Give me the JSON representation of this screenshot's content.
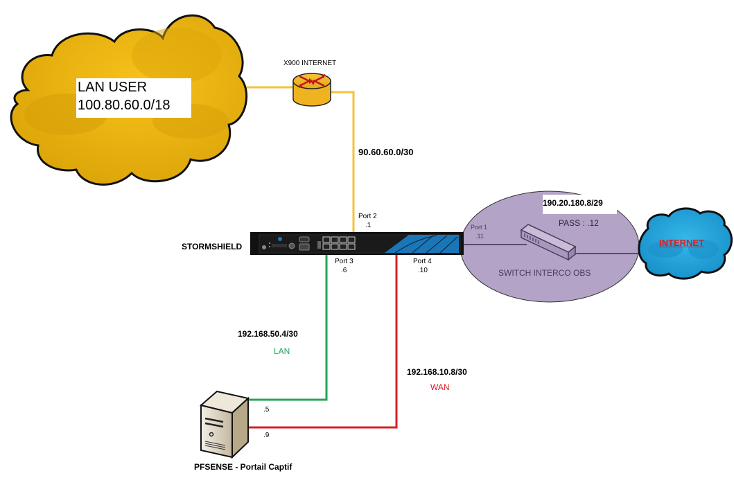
{
  "diagram": {
    "lan_user": {
      "title": "LAN USER",
      "subnet": "100.80.60.0/18"
    },
    "router": {
      "label": "X900 INTERNET"
    },
    "link_router_firewall": {
      "subnet": "90.60.60.0/30"
    },
    "firewall": {
      "label": "STORMSHIELD",
      "port2": {
        "name": "Port 2",
        "ip": ".1"
      },
      "port3": {
        "name": "Port 3",
        "ip": ".6"
      },
      "port4": {
        "name": "Port 4",
        "ip": ".10"
      },
      "port1": {
        "name": "Port 1",
        "ip": ".11"
      }
    },
    "switch_zone": {
      "subnet": "190.20.180.8/29",
      "pass": "PASS : .12",
      "label": "SWITCH INTERCO OBS"
    },
    "internet": {
      "label": "INTERNET"
    },
    "lan_link": {
      "subnet": "192.168.50.4/30",
      "label": "LAN",
      "host_ip": ".5"
    },
    "wan_link": {
      "subnet": "192.168.10.8/30",
      "label": "WAN",
      "host_ip": ".9"
    },
    "pfsense": {
      "label": "PFSENSE - Portail Captif"
    },
    "colors": {
      "yellow_link": "#f5c23a",
      "green_link": "#22a55a",
      "red_link": "#d42027",
      "lan_cloud": "#f2b705",
      "internet_cloud": "#1fa7dd",
      "switch_zone": "#b3a3c6",
      "firewall_body": "#111111",
      "firewall_accent": "#1b76b8",
      "internet_text": "#d42027"
    }
  }
}
